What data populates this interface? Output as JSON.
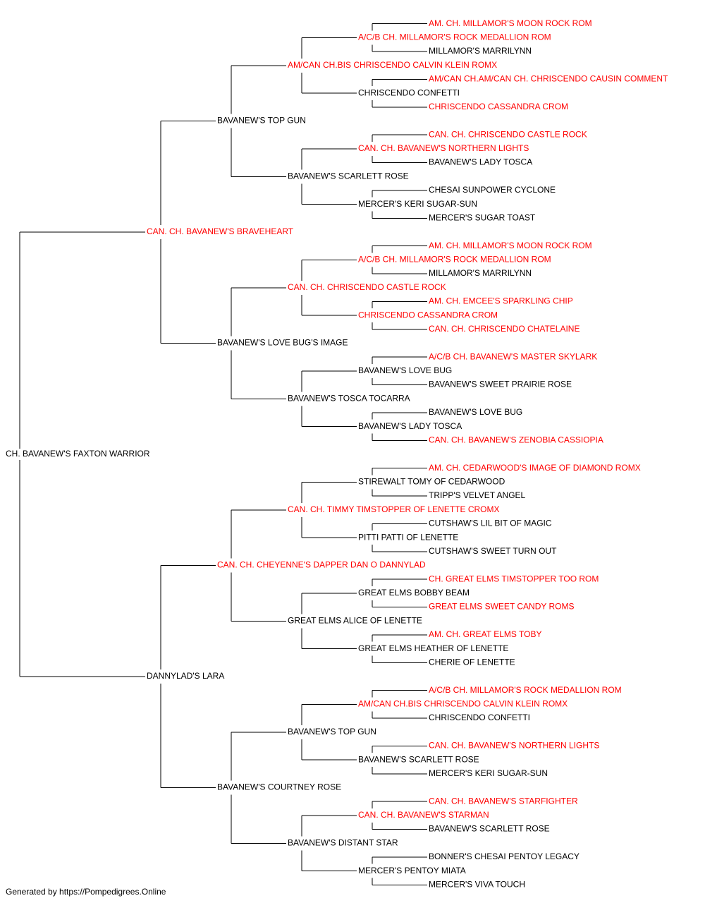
{
  "colors": {
    "champion": "#ff0000",
    "normal": "#000000",
    "line": "#000000"
  },
  "pedigree": {
    "name": "CH. BAVANEW'S FAXTON WARRIOR",
    "champion": false,
    "sire": {
      "name": "CAN. CH. BAVANEW'S BRAVEHEART",
      "champion": true,
      "sire": {
        "name": "BAVANEW'S TOP GUN",
        "champion": false,
        "sire": {
          "name": "AM/CAN CH.BIS CHRISCENDO CALVIN KLEIN ROMX",
          "champion": true,
          "sire": {
            "name": "A/C/B CH. MILLAMOR'S ROCK MEDALLION ROM",
            "champion": true,
            "sire": {
              "name": "AM. CH. MILLAMOR'S MOON ROCK ROM",
              "champion": true
            },
            "dam": {
              "name": "MILLAMOR'S MARRILYNN",
              "champion": false
            }
          },
          "dam": {
            "name": "CHRISCENDO CONFETTI",
            "champion": false,
            "sire": {
              "name": "AM/CAN CH.AM/CAN CH. CHRISCENDO CAUSIN COMMENT",
              "champion": true
            },
            "dam": {
              "name": "CHRISCENDO CASSANDRA CROM",
              "champion": true
            }
          }
        },
        "dam": {
          "name": "BAVANEW'S SCARLETT ROSE",
          "champion": false,
          "sire": {
            "name": "CAN. CH. BAVANEW'S NORTHERN LIGHTS",
            "champion": true,
            "sire": {
              "name": "CAN. CH. CHRISCENDO CASTLE ROCK",
              "champion": true
            },
            "dam": {
              "name": "BAVANEW'S LADY TOSCA",
              "champion": false
            }
          },
          "dam": {
            "name": "MERCER'S KERI SUGAR-SUN",
            "champion": false,
            "sire": {
              "name": "CHESAI SUNPOWER CYCLONE",
              "champion": false
            },
            "dam": {
              "name": "MERCER'S SUGAR TOAST",
              "champion": false
            }
          }
        }
      },
      "dam": {
        "name": "BAVANEW'S LOVE BUG'S IMAGE",
        "champion": false,
        "sire": {
          "name": "CAN. CH. CHRISCENDO CASTLE ROCK",
          "champion": true,
          "sire": {
            "name": "A/C/B CH. MILLAMOR'S ROCK MEDALLION ROM",
            "champion": true,
            "sire": {
              "name": "AM. CH. MILLAMOR'S MOON ROCK ROM",
              "champion": true
            },
            "dam": {
              "name": "MILLAMOR'S MARRILYNN",
              "champion": false
            }
          },
          "dam": {
            "name": "CHRISCENDO CASSANDRA CROM",
            "champion": true,
            "sire": {
              "name": "AM. CH. EMCEE'S SPARKLING CHIP",
              "champion": true
            },
            "dam": {
              "name": "CAN. CH. CHRISCENDO CHATELAINE",
              "champion": true
            }
          }
        },
        "dam": {
          "name": "BAVANEW'S TOSCA TOCARRA",
          "champion": false,
          "sire": {
            "name": "BAVANEW'S LOVE BUG",
            "champion": false,
            "sire": {
              "name": "A/C/B CH. BAVANEW'S MASTER SKYLARK",
              "champion": true
            },
            "dam": {
              "name": "BAVANEW'S SWEET PRAIRIE ROSE",
              "champion": false
            }
          },
          "dam": {
            "name": "BAVANEW'S LADY TOSCA",
            "champion": false,
            "sire": {
              "name": "BAVANEW'S LOVE BUG",
              "champion": false
            },
            "dam": {
              "name": "CAN. CH. BAVANEW'S ZENOBIA CASSIOPIA",
              "champion": true
            }
          }
        }
      }
    },
    "dam": {
      "name": "DANNYLAD'S LARA",
      "champion": false,
      "sire": {
        "name": "CAN. CH. CHEYENNE'S DAPPER DAN O DANNYLAD",
        "champion": true,
        "sire": {
          "name": "CAN. CH. TIMMY TIMSTOPPER OF LENETTE CROMX",
          "champion": true,
          "sire": {
            "name": "STIREWALT TOMY OF CEDARWOOD",
            "champion": false,
            "sire": {
              "name": "AM. CH. CEDARWOOD'S IMAGE OF DIAMOND ROMX",
              "champion": true
            },
            "dam": {
              "name": "TRIPP'S VELVET ANGEL",
              "champion": false
            }
          },
          "dam": {
            "name": "PITTI PATTI OF LENETTE",
            "champion": false,
            "sire": {
              "name": "CUTSHAW'S LIL BIT OF MAGIC",
              "champion": false
            },
            "dam": {
              "name": "CUTSHAW'S SWEET TURN OUT",
              "champion": false
            }
          }
        },
        "dam": {
          "name": "GREAT ELMS ALICE OF LENETTE",
          "champion": false,
          "sire": {
            "name": "GREAT ELMS BOBBY BEAM",
            "champion": false,
            "sire": {
              "name": "CH. GREAT ELMS TIMSTOPPER TOO ROM",
              "champion": true
            },
            "dam": {
              "name": "GREAT ELMS SWEET CANDY ROMS",
              "champion": true
            }
          },
          "dam": {
            "name": "GREAT ELMS HEATHER OF LENETTE",
            "champion": false,
            "sire": {
              "name": "AM. CH. GREAT ELMS TOBY",
              "champion": true
            },
            "dam": {
              "name": "CHERIE OF LENETTE",
              "champion": false
            }
          }
        }
      },
      "dam": {
        "name": "BAVANEW'S COURTNEY ROSE",
        "champion": false,
        "sire": {
          "name": "BAVANEW'S TOP GUN",
          "champion": false,
          "sire": {
            "name": "AM/CAN CH.BIS CHRISCENDO CALVIN KLEIN ROMX",
            "champion": true,
            "sire": {
              "name": "A/C/B CH. MILLAMOR'S ROCK MEDALLION ROM",
              "champion": true
            },
            "dam": {
              "name": "CHRISCENDO CONFETTI",
              "champion": false
            }
          },
          "dam": {
            "name": "BAVANEW'S SCARLETT ROSE",
            "champion": false,
            "sire": {
              "name": "CAN. CH. BAVANEW'S NORTHERN LIGHTS",
              "champion": true
            },
            "dam": {
              "name": "MERCER'S KERI SUGAR-SUN",
              "champion": false
            }
          }
        },
        "dam": {
          "name": "BAVANEW'S DISTANT STAR",
          "champion": false,
          "sire": {
            "name": "CAN. CH. BAVANEW'S STARMAN",
            "champion": true,
            "sire": {
              "name": "CAN. CH. BAVANEW'S STARFIGHTER",
              "champion": true
            },
            "dam": {
              "name": "BAVANEW'S SCARLETT ROSE",
              "champion": false
            }
          },
          "dam": {
            "name": "MERCER'S PENTOY MIATA",
            "champion": false,
            "sire": {
              "name": "BONNER'S CHESAI PENTOY LEGACY",
              "champion": false
            },
            "dam": {
              "name": "MERCER'S VIVA TOUCH",
              "champion": false
            }
          }
        }
      }
    }
  },
  "footer": {
    "text": "Generated by https://Pompedigrees.Online"
  }
}
